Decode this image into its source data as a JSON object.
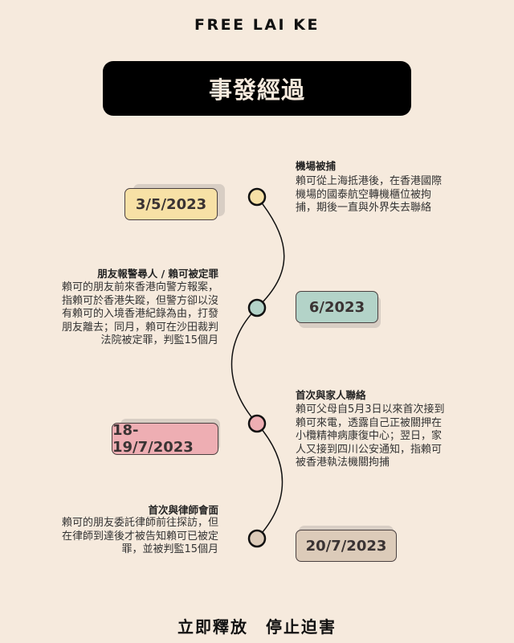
{
  "header": {
    "brand": "FREE LAI KE",
    "title": "事發經過"
  },
  "colors": {
    "background": "#f6eadd",
    "title_box": "#000000",
    "yellow": "#f7e1a6",
    "teal": "#b3d3c8",
    "pink": "#eeaeb3",
    "taupe": "#dccbb9"
  },
  "events": [
    {
      "date": "3/5/2023",
      "title": "機場被捕",
      "body_lines": [
        "賴可從上海抵港後，在香港國際",
        "機場的國泰航空轉機櫃位被拘",
        "捕，期後一直與外界失去聯絡"
      ]
    },
    {
      "date": "6/2023",
      "title": "朋友報警尋人 / 賴可被定罪",
      "body_lines": [
        "賴可的朋友前來香港向警方報案，",
        "指賴可於香港失蹤，但警方卻以沒",
        "有賴可的入境香港紀錄為由，打發",
        "朋友離去；同月，賴可在沙田裁判",
        "法院被定罪，判監15個月"
      ]
    },
    {
      "date": "18-19/7/2023",
      "title": "首次與家人聯絡",
      "body_lines": [
        "賴可父母自5月3日以來首次接到",
        "賴可來電，透露自己正被關押在",
        "小欖精神病康復中心；翌日，家",
        "人又接到四川公安通知，指賴可",
        "被香港執法機關拘捕"
      ]
    },
    {
      "date": "20/7/2023",
      "title": "首次與律師會面",
      "body_lines": [
        "賴可的朋友委託律師前往探訪，但",
        "在律師到達後才被告知賴可已被定",
        "罪，並被判監15個月"
      ]
    }
  ],
  "footer": {
    "slogan": "立即釋放　停止迫害"
  }
}
